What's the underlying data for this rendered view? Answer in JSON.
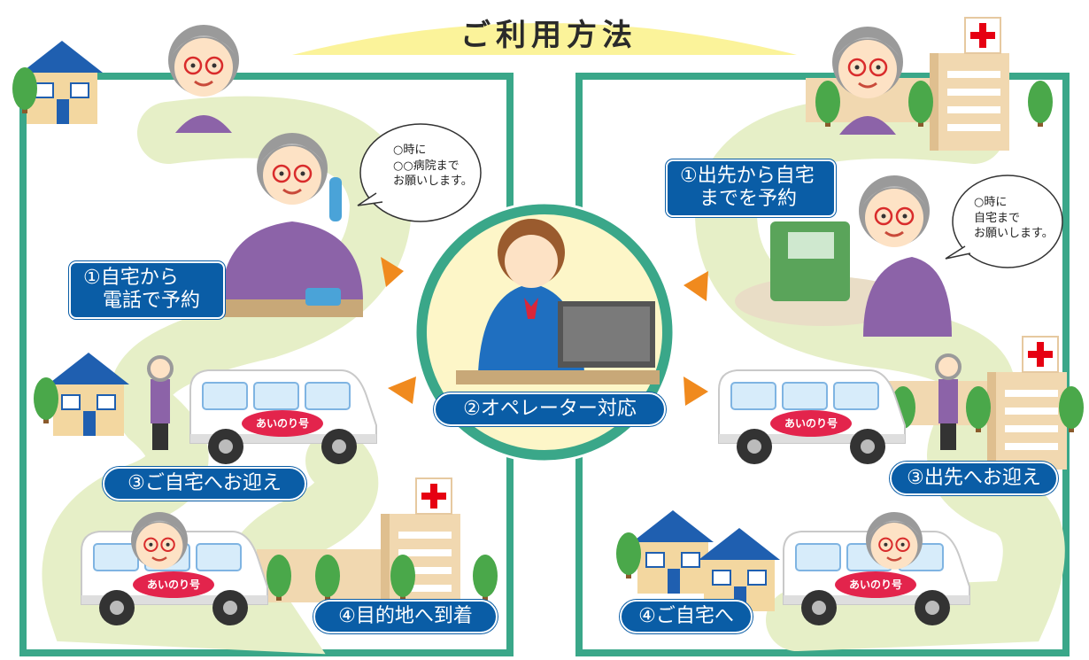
{
  "title": "ご利用方法",
  "left": {
    "step1": "①自宅から\n　電話で予約",
    "bubble": "○時に\n○○病院まで\nお願いします。",
    "step3": "③ご自宅へお迎え",
    "step4": "④目的地へ到着"
  },
  "center": {
    "step2": "②オペレーター対応"
  },
  "right": {
    "step1": "①出先から自宅\n　までを予約",
    "bubble": "○時に\n自宅まで\nお願いします。",
    "step3": "③出先へお迎え",
    "step4": "④ご自宅へ"
  },
  "van_plate": "あいのり号",
  "colors": {
    "frame": "#3aa789",
    "path": "#e6efc7",
    "pill": "#0a5da6",
    "arrow": "#f08a1e",
    "title_band": "#fbf39a"
  }
}
